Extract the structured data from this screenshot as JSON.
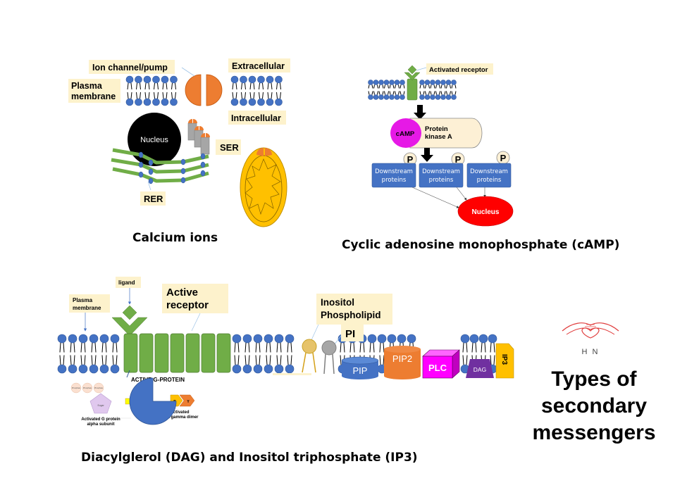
{
  "title": [
    "Types of",
    "secondary",
    "messengers"
  ],
  "logo": {
    "text": "H N",
    "color": "#e03c3c"
  },
  "colors": {
    "lipid_head": "#4472c4",
    "channel": "#ed7d31",
    "label_bg": "#fdf2cc",
    "receptor": "#70ad47",
    "camp": "#e619e6",
    "pka": "#fdf0d5",
    "downstream": "#4472c4",
    "nucleus_red": "#ff0000",
    "mitochondrion": "#ffc000",
    "plc": "#ff00ff",
    "dag": "#7030a0",
    "ip3": "#ffc000"
  },
  "calcium": {
    "caption": "Calcium ions",
    "labels": {
      "ion_channel": "Ion channel/pump",
      "extracellular": "Extracellular",
      "plasma_membrane_1": "Plasma",
      "plasma_membrane_2": "membrane",
      "intracellular": "Intracellular",
      "nucleus": "Nucleus",
      "ser": "SER",
      "rer": "RER"
    }
  },
  "camp": {
    "caption": "Cyclic adenosine monophosphate (cAMP)",
    "labels": {
      "activated_receptor": "Activated receptor",
      "camp": "cAMP",
      "pka_1": "Protein",
      "pka_2": "kinase A",
      "phosphate": "P",
      "downstream_1": "Downstream",
      "downstream_2": "proteins",
      "nucleus": "Nucleus"
    }
  },
  "dag_ip3": {
    "caption": "Diacylglerol (DAG) and Inositol triphosphate (IP3)",
    "labels": {
      "ligand": "ligand",
      "plasma_membrane_1": "Plasma",
      "plasma_membrane_2": "membrane",
      "active_receptor_1": "Active",
      "active_receptor_2": "receptor",
      "inositol_1": "Inositol",
      "inositol_2": "Phospholipid",
      "pi": "PI",
      "pip": "PIP",
      "pip2": "PIP2",
      "plc": "PLC",
      "dag": "DAG",
      "ip3": "IP3",
      "g_protein": "ACTIVE G-PROTEIN",
      "phosphate": "Phosphate",
      "sugar": "Sugar",
      "alpha_1": "Activated G protein",
      "alpha_2": "alpha subunit",
      "beta": "B",
      "gamma": "Y",
      "dimer_1": "Activated",
      "dimer_2": "beta gamma dimer"
    }
  }
}
